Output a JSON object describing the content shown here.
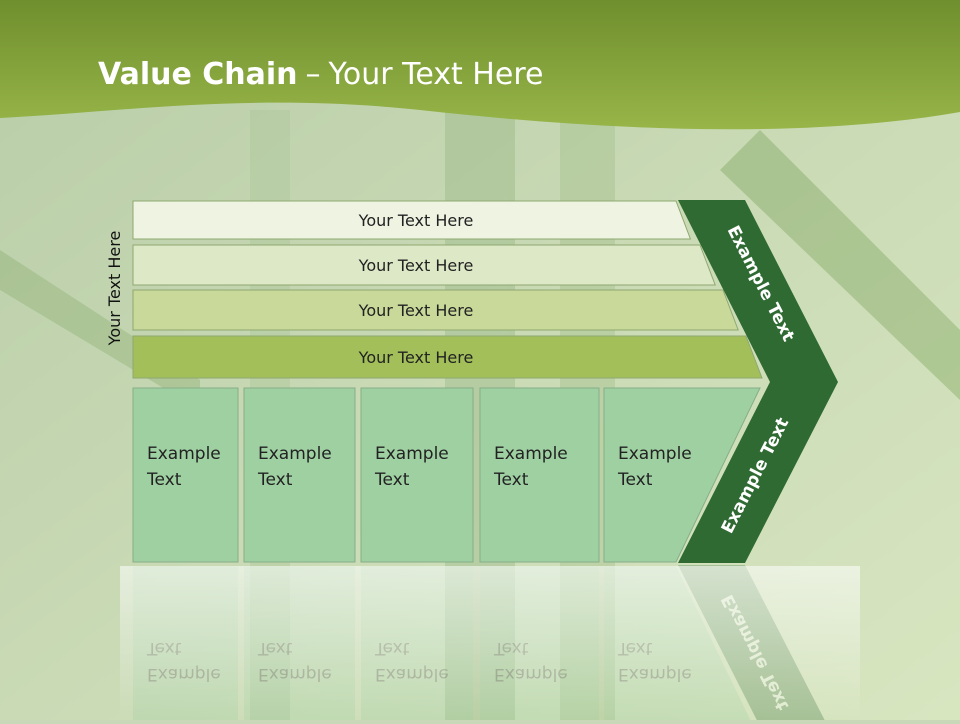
{
  "title": {
    "main": "Value Chain",
    "separator": "–",
    "rest": "Your Text Here"
  },
  "side_label": "Your Text Here",
  "rows": [
    {
      "label": "Your Text Here",
      "fill": "#eef3e2"
    },
    {
      "label": "Your Text Here",
      "fill": "#dde8c6"
    },
    {
      "label": "Your Text Here",
      "fill": "#c8d99a"
    },
    {
      "label": "Your Text Here",
      "fill": "#a3bf5a"
    }
  ],
  "columns": [
    {
      "line1": "Example",
      "line2": "Text"
    },
    {
      "line1": "Example",
      "line2": "Text"
    },
    {
      "line1": "Example",
      "line2": "Text"
    },
    {
      "line1": "Example",
      "line2": "Text"
    },
    {
      "line1": "Example",
      "line2": "Text"
    }
  ],
  "chevron": {
    "upper_label": "Example Text",
    "lower_label": "Example Text",
    "color": "#2e6a32"
  },
  "colors": {
    "header": "#7fa23b",
    "column_fill": "#9fd0a2",
    "text": "#222222"
  }
}
